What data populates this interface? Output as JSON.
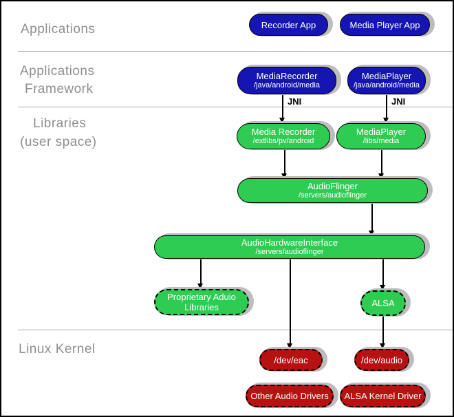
{
  "layers": {
    "applications": "Applications",
    "framework_line1": "Applications",
    "framework_line2": "Framework",
    "libraries_line1": "Libraries",
    "libraries_line2": "(user space)",
    "kernel": "Linux Kernel"
  },
  "colors": {
    "app_blue": "#1515b4",
    "lib_green": "#2ecc52",
    "kernel_red": "#b81111",
    "shadow_gray": "#bdbdbd",
    "label_gray": "#8f8f8f"
  },
  "edges": {
    "jni_label": "JNI"
  },
  "nodes": {
    "recorder_app": {
      "label": "Recorder App"
    },
    "media_player_app": {
      "label": "Media Player App"
    },
    "media_recorder_fw": {
      "label": "MediaRecorder",
      "sub": "/java/android/media"
    },
    "media_player_fw": {
      "label": "MediaPlayer",
      "sub": "/java/android/media"
    },
    "media_recorder_lib": {
      "label": "Media Recorder",
      "sub": "/extlibs/pv/android"
    },
    "media_player_lib": {
      "label": "MediaPlayer",
      "sub": "/libs/media"
    },
    "audioflinger": {
      "label": "AudioFlinger",
      "sub": "/servers/audioflinger"
    },
    "audio_hw_interface": {
      "label": "AudioHardwareInterface",
      "sub": "/servers/audioflinger"
    },
    "proprietary_audio_libs": {
      "label": "Proprietary Aduio Libraries"
    },
    "alsa": {
      "label": "ALSA"
    },
    "dev_eac": {
      "label": "/dev/eac"
    },
    "dev_audio": {
      "label": "/dev/audio"
    },
    "other_audio_drivers": {
      "label": "Other Audio Drivers"
    },
    "alsa_kernel_driver": {
      "label": "ALSA Kernel Driver"
    }
  }
}
